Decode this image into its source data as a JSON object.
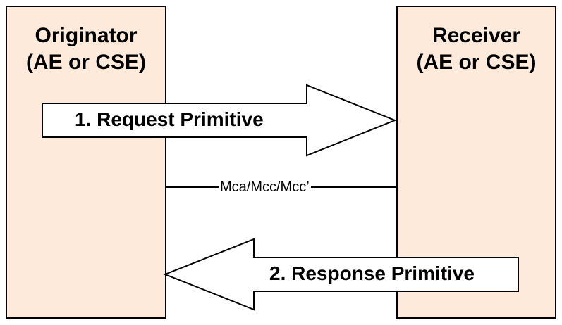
{
  "originator": {
    "line1": "Originator",
    "line2": "(AE or CSE)"
  },
  "receiver": {
    "line1": "Receiver",
    "line2": "(AE or CSE)"
  },
  "request": {
    "label": "1. Request Primitive"
  },
  "response": {
    "label": "2. Response Primitive"
  },
  "interface": {
    "label": "Mca/Mcc/Mcc’"
  },
  "colors": {
    "box_fill": "#fdeada",
    "outline": "#000000",
    "arrow_fill": "#ffffff"
  }
}
